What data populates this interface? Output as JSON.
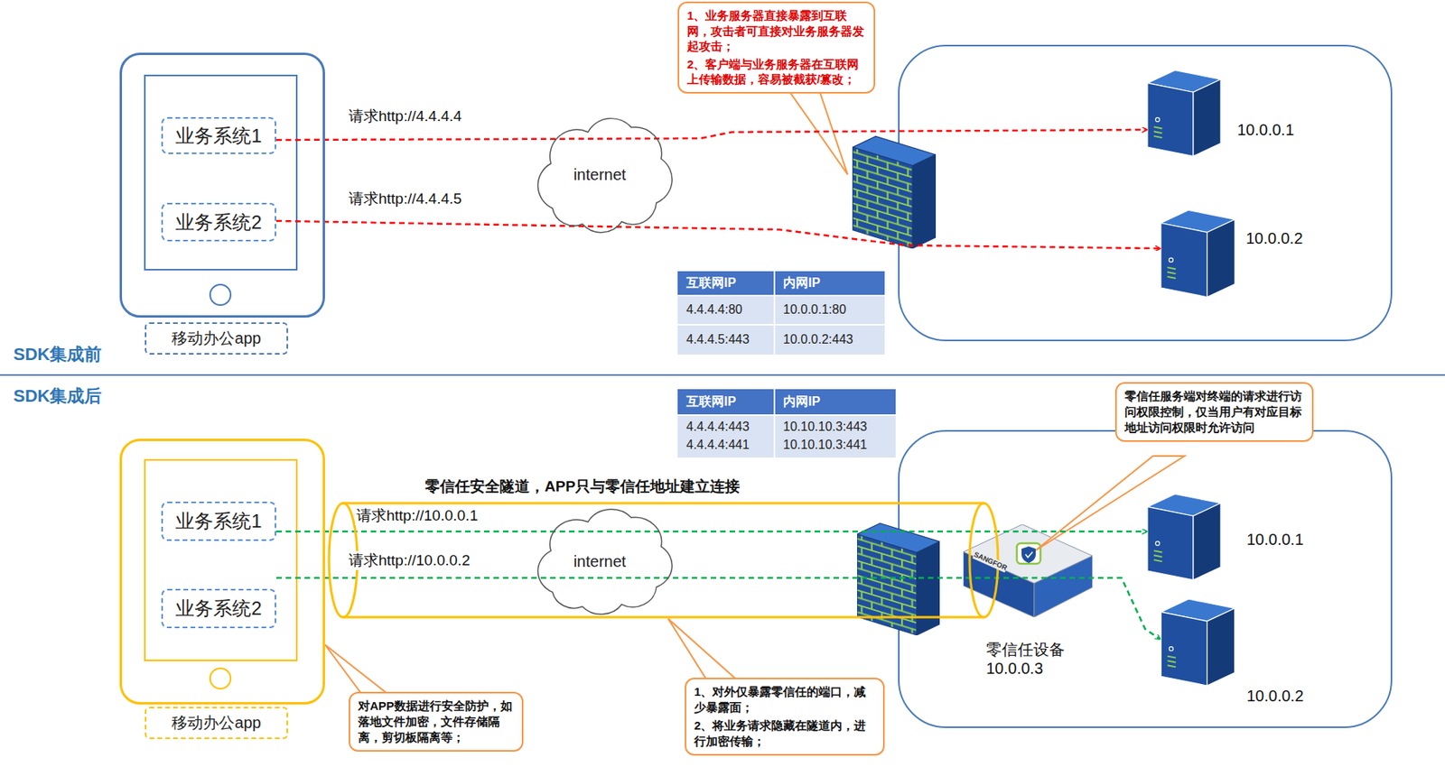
{
  "diagram": {
    "nodes": [
      {
        "text": [
          "移动办公app"
        ]
      },
      {
        "text": [
          "业务系统1"
        ],
        "in": 0
      },
      {
        "text": [
          "业务系统2"
        ],
        "in": 0
      },
      {
        "text": [
          "internet"
        ]
      },
      {
        "text": [
          "1、业务服务器直接暴露到互联网，攻击者可直接对业务服务器发起攻击；",
          "2、客户端与业务服务器在互联网上传输数据，容易被截获/篡改；"
        ]
      },
      {
        "text": [
          "10.0.0.1"
        ]
      },
      {
        "text": [
          "10.0.0.2"
        ]
      },
      {
        "text": [
          "移动办公app"
        ]
      },
      {
        "text": [
          "业务系统1"
        ],
        "in": 7
      },
      {
        "text": [
          "业务系统2"
        ],
        "in": 7
      },
      {
        "text": [
          "零信任安全隧道，APP只与零信任地址建立连接"
        ]
      },
      {
        "text": [
          "internet"
        ]
      },
      {
        "text": [
          "零信任设备 10.0.0.3"
        ]
      },
      {
        "text": [
          "零信任服务端对终端的请求进行访问权限控制，仅当用户有对应目标地址访问权限时允许访问"
        ]
      },
      {
        "text": [
          "10.0.0.1"
        ]
      },
      {
        "text": [
          "10.0.0.2"
        ]
      },
      {
        "text": [
          "对APP数据进行安全防护，如落地文件加密，文件存储隔离，剪切板隔离等；"
        ]
      },
      {
        "text": [
          "1、对外仅暴露零信任的端口，减少暴露面；",
          "2、将业务请求隐藏在隧道内，进行加密传输；"
        ]
      }
    ],
    "edges": [
      {
        "from": 1,
        "to": 5,
        "arrow": "to",
        "label": "请求http://4.4.4.4"
      },
      {
        "from": 2,
        "to": 6,
        "arrow": "to",
        "label": "请求http://4.4.4.5"
      },
      {
        "from": 8,
        "to": 14,
        "arrow": "to",
        "label": "请求http://10.0.0.1"
      },
      {
        "from": 9,
        "to": 15,
        "arrow": "to",
        "label": "请求http://10.0.0.2"
      }
    ],
    "labels": [
      "SDK集成前",
      "互联网IP",
      "内网IP",
      "4.4.4.4:80",
      "10.0.0.1:80",
      "4.4.4.5:443",
      "10.0.0.2:443",
      "SDK集成后",
      "互联网IP",
      "内网IP",
      "4.4.4.4:443",
      "4.4.4.4:441",
      "10.10.10.3:443",
      "10.10.10.3:441",
      "SANGFOR"
    ]
  }
}
